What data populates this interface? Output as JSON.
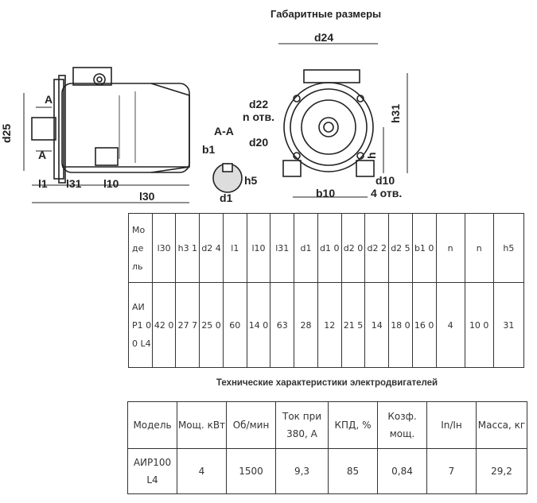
{
  "drawing": {
    "title": "Габаритные размеры",
    "labels": {
      "d24": "d24",
      "d25": "d25",
      "A_top": "A",
      "A_bottom": "A",
      "section": "А-А",
      "b1": "b1",
      "h5": "h5",
      "d1": "d1",
      "d22": "d22",
      "n_otv": "n отв.",
      "d20": "d20",
      "h31": "h31",
      "h": "h",
      "d10": "d10",
      "four_otv": "4 отв.",
      "b10": "b10",
      "l1": "l1",
      "l31": "l31",
      "l10": "l10",
      "l30": "l30"
    }
  },
  "dimensions_table": {
    "headers": [
      "Мо де ль",
      "l30",
      "h3 1",
      "d2 4",
      "l1",
      "l10",
      "l31",
      "d1",
      "d1 0",
      "d2 0",
      "d2 2",
      "d2 5",
      "b1 0",
      "n",
      "n",
      "h5"
    ],
    "rows": [
      [
        "АИ Р1 00 L4",
        "42 0",
        "27 7",
        "25 0",
        "60",
        "14 0",
        "63",
        "28",
        "12",
        "21 5",
        "14",
        "18 0",
        "16 0",
        "4",
        "10 0",
        "31"
      ]
    ]
  },
  "tech_title": "Технические характеристики электродвигателей",
  "tech_table": {
    "headers": [
      "Модель",
      "Мощ. кВт",
      "Об/мин",
      "Ток при 380, А",
      "КПД, %",
      "Козф. мощ.",
      "In/Iн",
      "Масса, кг"
    ],
    "rows": [
      [
        "АИР100 L4",
        "4",
        "1500",
        "9,3",
        "85",
        "0,84",
        "7",
        "29,2"
      ]
    ]
  }
}
